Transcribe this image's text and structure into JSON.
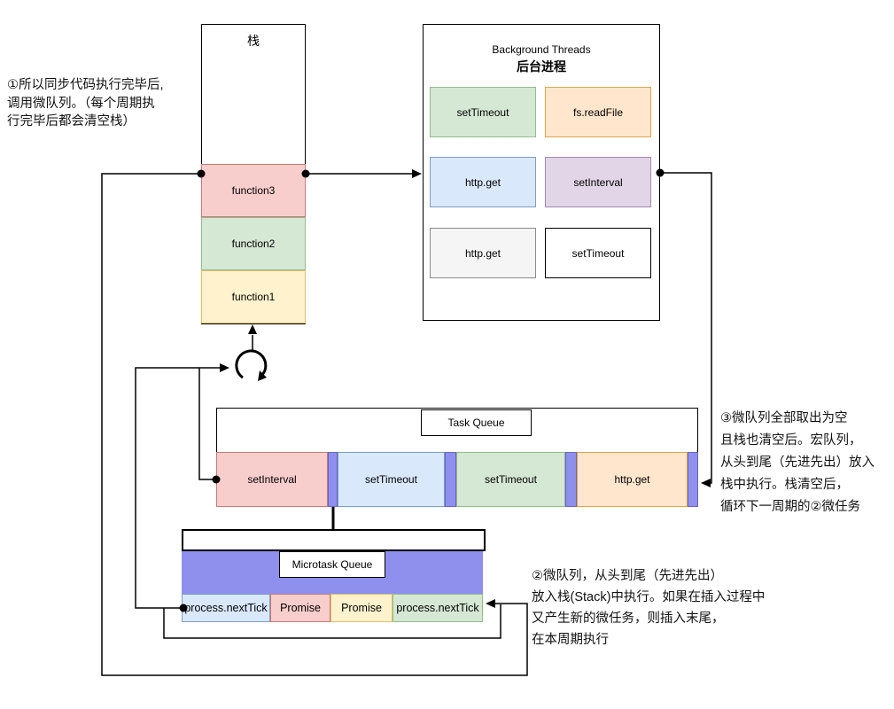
{
  "palette": {
    "pink": "#f8cecc",
    "green": "#d5e8d4",
    "yellow": "#fff2cc",
    "blue": "#dae8fc",
    "orange": "#ffe6cc",
    "purple": "#e1d5e7",
    "gray": "#f5f5f5",
    "white": "#ffffff",
    "violet": "#8f8fee",
    "line": "#000000"
  },
  "notes": {
    "note1": {
      "lines": [
        "①所以同步代码执行完毕后,",
        "调用微队列。（每个周期执",
        "行完毕后都会清空栈）"
      ]
    },
    "note2": {
      "lines": [
        "②微队列，从头到尾（先进先出）",
        "放入栈(Stack)中执行。如果在插入过程中",
        "又产生新的微任务，则插入末尾，",
        "在本周期执行"
      ]
    },
    "note3": {
      "lines": [
        "③微队列全部取出为空",
        "且栈也清空后。宏队列，",
        "从头到尾（先进先出）放入",
        "栈中执行。栈清空后，",
        "循环下一周期的②微任务"
      ]
    }
  },
  "stack": {
    "title": "栈",
    "frames": [
      {
        "label": "function3",
        "color": "pink"
      },
      {
        "label": "function2",
        "color": "green"
      },
      {
        "label": "function1",
        "color": "yellow"
      }
    ]
  },
  "background_threads": {
    "title_en": "Background Threads",
    "title_zh": "后台进程",
    "items": [
      {
        "label": "setTimeout",
        "color": "green"
      },
      {
        "label": "fs.readFile",
        "color": "orange"
      },
      {
        "label": "http.get",
        "color": "blue"
      },
      {
        "label": "setInterval",
        "color": "purple"
      },
      {
        "label": "http.get",
        "color": "gray"
      },
      {
        "label": "setTimeout",
        "color": "white"
      }
    ]
  },
  "task_queue": {
    "title": "Task Queue",
    "items": [
      {
        "label": "setInterval",
        "color": "pink"
      },
      {
        "label": "setTimeout",
        "color": "blue"
      },
      {
        "label": "setTimeout",
        "color": "green"
      },
      {
        "label": "http.get",
        "color": "orange"
      }
    ],
    "divider_color": "violet"
  },
  "microtask_queue": {
    "title": "Microtask Queue",
    "band_color": "violet",
    "items": [
      {
        "label": "process.nextTick",
        "color": "blue"
      },
      {
        "label": "Promise",
        "color": "pink"
      },
      {
        "label": "Promise",
        "color": "yellow"
      },
      {
        "label": "process.nextTick",
        "color": "green"
      }
    ]
  }
}
